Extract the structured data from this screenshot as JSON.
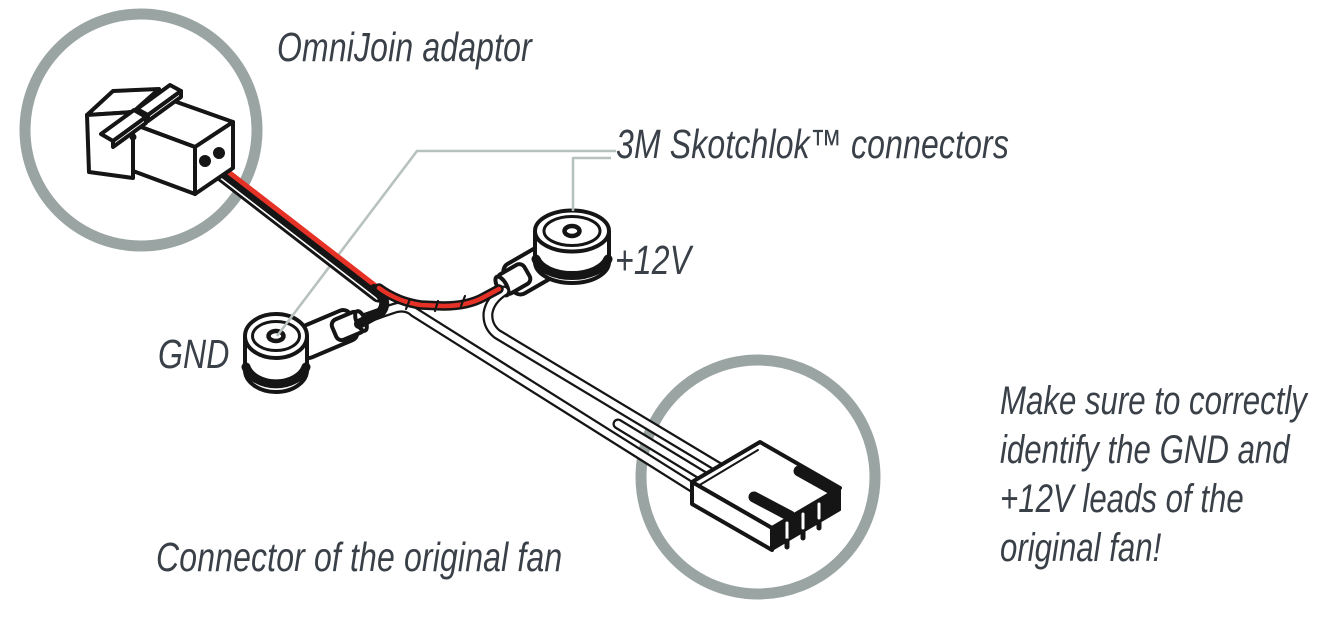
{
  "diagram": {
    "labels": {
      "adaptor": "OmniJoin adaptor",
      "connectors": "3M Skotchlok™ connectors",
      "plus12v": "+12V",
      "gnd": "GND",
      "fan_connector": "Connector of the original fan"
    },
    "note": {
      "full_text": "Make sure to correctly identify the GND and +12V leads of the original fan!",
      "lines": [
        "Make sure to correctly",
        "identify the GND and",
        "+12V leads of the",
        "original fan!"
      ]
    },
    "colors": {
      "wire_red": "#e63226",
      "outline": "#151515",
      "circle_gray": "#9aa5a3",
      "leader_gray": "#b8c2bd",
      "text": "#3a4048",
      "background": "#ffffff"
    }
  }
}
